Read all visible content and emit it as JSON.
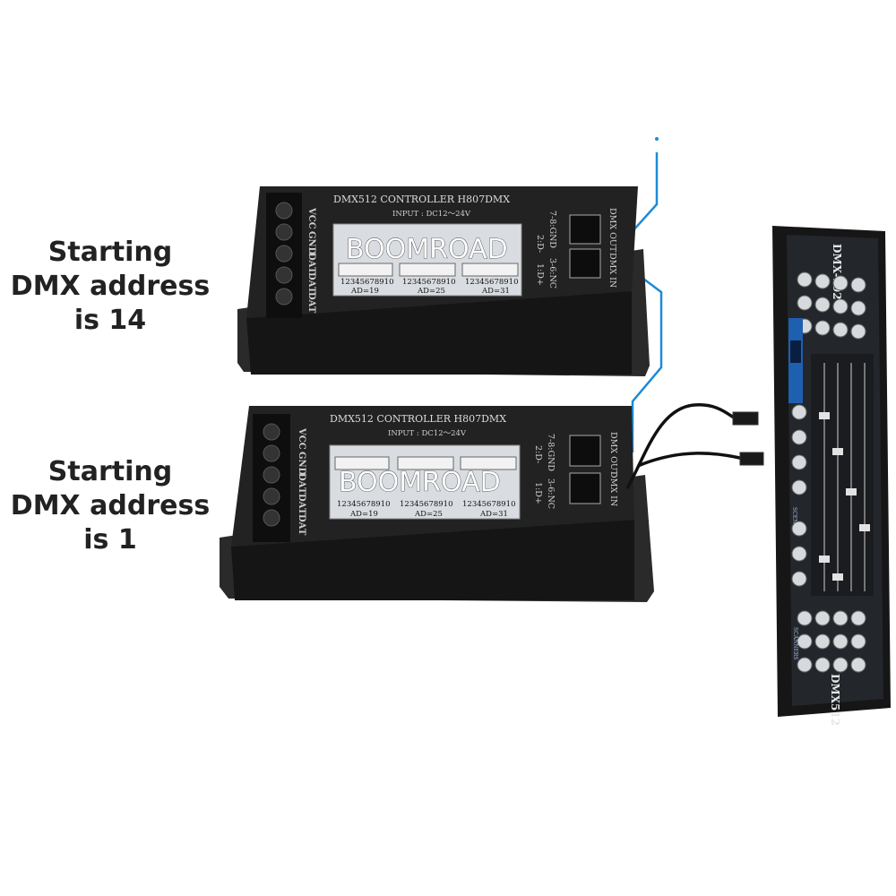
{
  "captions": {
    "top_line1": "Starting DMX",
    "top_line2": "address is 14",
    "bottom_line1": "Starting DMX",
    "bottom_line2": "address is 1"
  },
  "controller": {
    "title": "DMX512 CONTROLLER H807DMX",
    "input": "INPUT : DC12～24V",
    "left_labels": [
      "VCC",
      "GND",
      "DAT",
      "DAT",
      "DAT"
    ],
    "dip_numbers": "12345678910",
    "dip_groups": [
      "AD=19",
      "AD=25",
      "AD=31"
    ],
    "pin_top": "2:D-",
    "pin_top2": "7-8:GND",
    "pin_bottom": "1:D+",
    "pin_bottom2": "3-6:NC",
    "port_out": "DMX OUT",
    "port_in": "DMX IN"
  },
  "watermark": "BOOMROAD",
  "console": {
    "top_label": "DMX-192",
    "bottom_label": "DMX512",
    "scenes_label": "SCENES",
    "scanners_label": "SCANNERS"
  },
  "colors": {
    "device_body": "#1e1e1e",
    "panel": "#d9dde2",
    "cable_line": "#1e8ad6",
    "console_blue": "#1f5fb0"
  }
}
